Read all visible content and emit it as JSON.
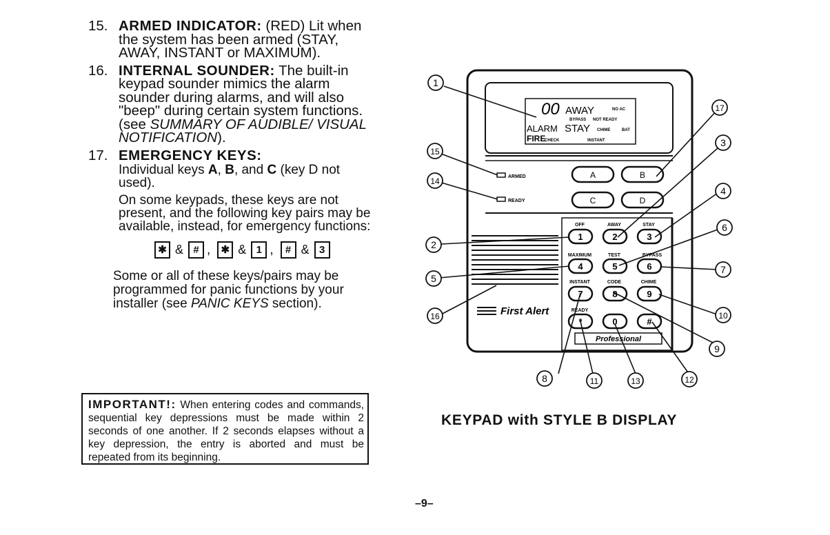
{
  "items": [
    {
      "num": "15.",
      "title": "ARMED INDICATOR:",
      "text": "(RED) Lit when the system has been armed (STAY, AWAY, INSTANT or MAXIMUM)."
    },
    {
      "num": "16.",
      "title": "INTERNAL SOUNDER:",
      "text": "The built-in keypad sounder mimics the alarm sounder during alarms, and will also \"beep\" during certain system functions. (see ",
      "italic": "SUMMARY OF AUDIBLE/ VISUAL NOTIFICATION",
      "tail": ")."
    },
    {
      "num": "17.",
      "title": "EMERGENCY KEYS:",
      "text": ""
    }
  ],
  "emergency": {
    "p1_pre": "Individual keys ",
    "key_a": "A",
    "sep1": ", ",
    "key_b": "B",
    "sep2": ", and ",
    "key_c": "C",
    "p1_post": " (key D not used).",
    "p2": "On some keypads, these keys are not present, and the following key pairs may be available, instead, for emergency functions:",
    "pairs": [
      {
        "a": "✱",
        "b": "#"
      },
      {
        "a": "✱",
        "b": "1"
      },
      {
        "a": "#",
        "b": "3"
      }
    ],
    "amp": "&",
    "comma": ",",
    "panic_pre": "Some or all of these keys/pairs may be programmed for panic functions by your installer (see ",
    "panic_italic": "PANIC KEYS",
    "panic_post": " section)."
  },
  "important": {
    "lead": "IMPORTANT!:",
    "text": " When entering codes and commands, sequential key depressions must be made within 2 seconds of one another. If 2 seconds elapses without a key depression, the entry is aborted and must be repeated from its beginning."
  },
  "display": {
    "digits": "00",
    "away": "AWAY",
    "no_ac": "NO AC",
    "bypass": "BYPASS",
    "not_ready": "NOT READY",
    "alarm": "ALARM",
    "stay": "STAY",
    "chime": "CHIME",
    "bat": "BAT",
    "fire": "FIRE",
    "check": "CHECK",
    "instant": "INSTANT"
  },
  "keypad": {
    "armed_label": "ARMED",
    "ready_label": "READY",
    "keys_abcd": [
      "A",
      "B",
      "C",
      "D"
    ],
    "brand": "First Alert",
    "professional": "Professional",
    "key_labels": [
      "OFF",
      "AWAY",
      "STAY",
      "MAXIMUM",
      "TEST",
      "BYPASS",
      "INSTANT",
      "CODE",
      "CHIME",
      "READY"
    ],
    "keys": [
      "1",
      "2",
      "3",
      "4",
      "5",
      "6",
      "7",
      "8",
      "9",
      "*",
      "0",
      "#"
    ]
  },
  "callouts": [
    "1",
    "2",
    "3",
    "4",
    "5",
    "6",
    "7",
    "8",
    "9",
    "10",
    "11",
    "12",
    "13",
    "14",
    "15",
    "16",
    "17"
  ],
  "caption": "KEYPAD with STYLE B DISPLAY",
  "page_number": "–9–"
}
